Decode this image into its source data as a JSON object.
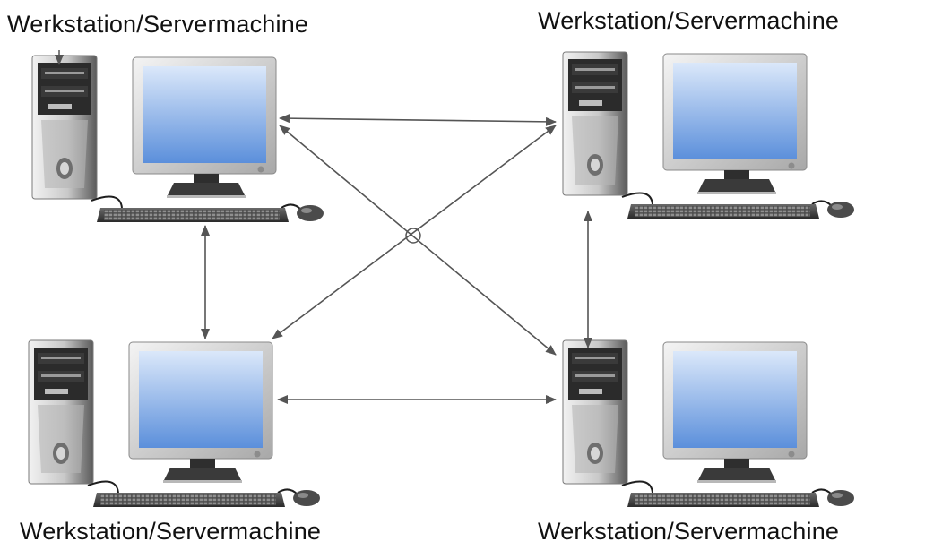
{
  "nodes": [
    {
      "id": "top-left",
      "label": "Werkstation/Servermachine"
    },
    {
      "id": "top-right",
      "label": "Werkstation/Servermachine"
    },
    {
      "id": "bottom-left",
      "label": "Werkstation/Servermachine"
    },
    {
      "id": "bottom-right",
      "label": "Werkstation/Servermachine"
    }
  ],
  "connections": [
    {
      "from": "top-left",
      "to": "top-right"
    },
    {
      "from": "bottom-left",
      "to": "bottom-right"
    },
    {
      "from": "top-left",
      "to": "bottom-left"
    },
    {
      "from": "top-right",
      "to": "bottom-right"
    },
    {
      "from": "top-left",
      "to": "bottom-right"
    },
    {
      "from": "bottom-left",
      "to": "top-right"
    }
  ],
  "colors": {
    "arrow": "#555555",
    "screen_light": "#dbe8fa",
    "screen_dark": "#5b8fdb",
    "case_light": "#e6e6e6",
    "case_dark": "#5a5a5a"
  }
}
